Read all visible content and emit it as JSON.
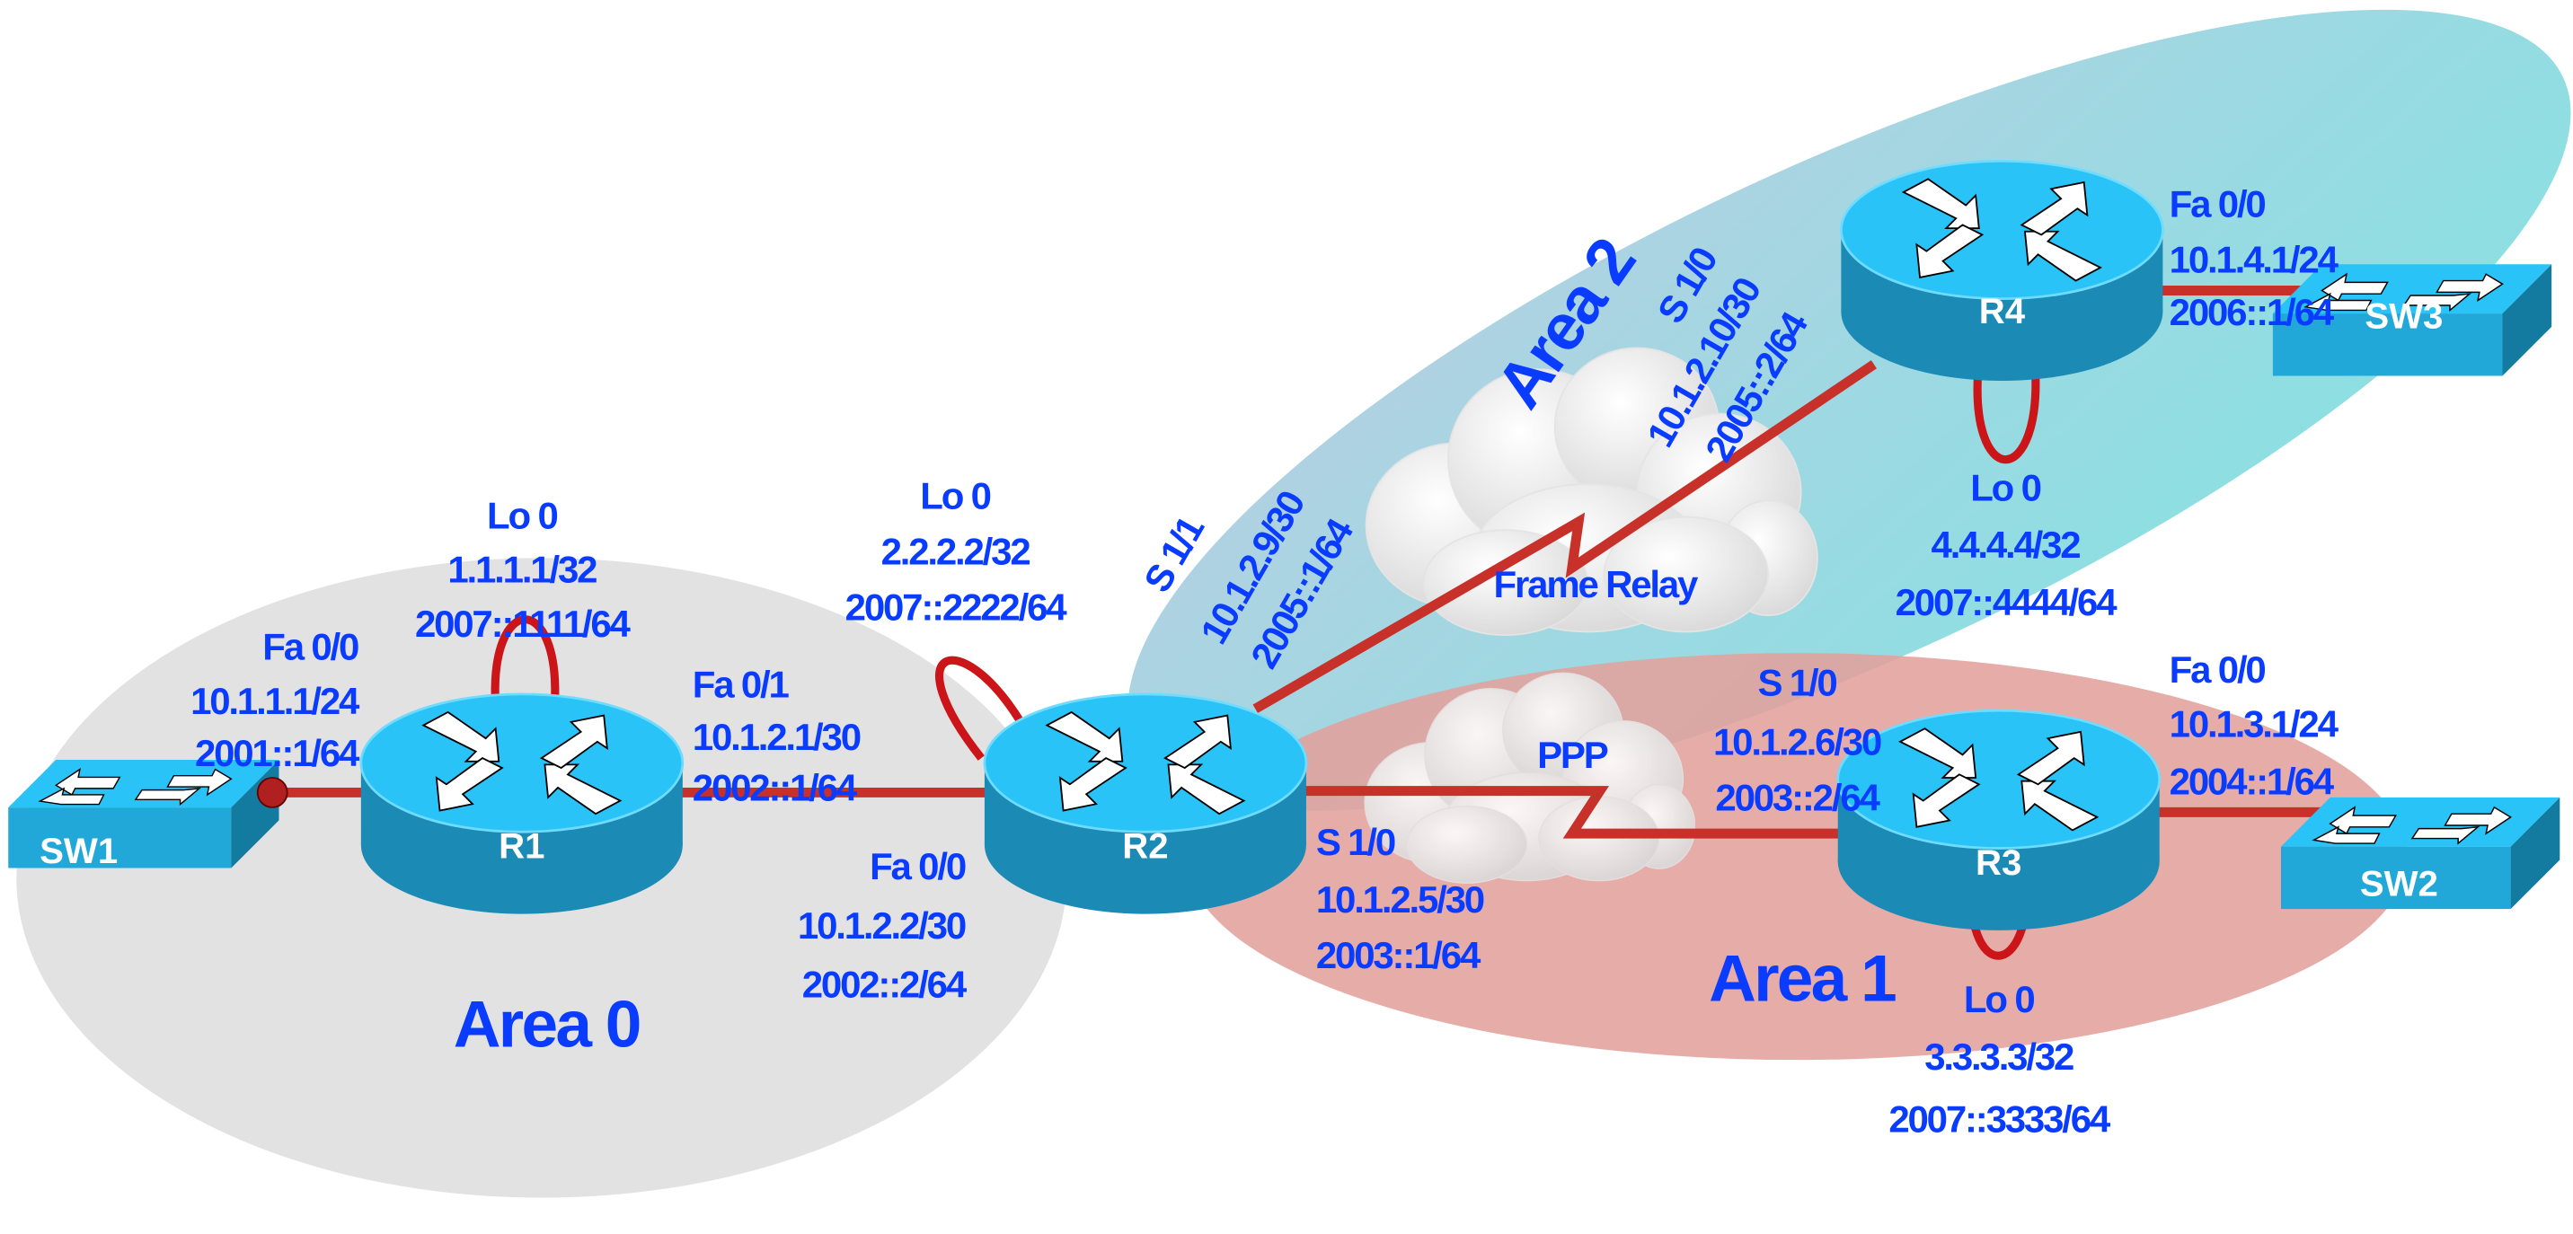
{
  "areas": {
    "area0": "Area 0",
    "area1": "Area 1",
    "area2": "Area 2"
  },
  "clouds": {
    "frame_relay": "Frame Relay",
    "ppp": "PPP"
  },
  "devices": {
    "sw1": "SW1",
    "sw2": "SW2",
    "sw3": "SW3",
    "r1": "R1",
    "r2": "R2",
    "r3": "R3",
    "r4": "R4"
  },
  "r1": {
    "lo0": {
      "name": "Lo 0",
      "ipv4": "1.1.1.1/32",
      "ipv6": "2007::1111/64"
    },
    "fa00": {
      "name": "Fa 0/0",
      "ipv4": "10.1.1.1/24",
      "ipv6": "2001::1/64"
    },
    "fa01": {
      "name": "Fa 0/1",
      "ipv4": "10.1.2.1/30",
      "ipv6": "2002::1/64"
    }
  },
  "r2": {
    "lo0": {
      "name": "Lo 0",
      "ipv4": "2.2.2.2/32",
      "ipv6": "2007::2222/64"
    },
    "fa00": {
      "name": "Fa 0/0",
      "ipv4": "10.1.2.2/30",
      "ipv6": "2002::2/64"
    },
    "s11": {
      "name": "S 1/1",
      "ipv4": "10.1.2.9/30",
      "ipv6": "2005::1/64"
    },
    "s10": {
      "name": "S 1/0",
      "ipv4": "10.1.2.5/30",
      "ipv6": "2003::1/64"
    }
  },
  "r3": {
    "lo0": {
      "name": "Lo 0",
      "ipv4": "3.3.3.3/32",
      "ipv6": "2007::3333/64"
    },
    "s10": {
      "name": "S 1/0",
      "ipv4": "10.1.2.6/30",
      "ipv6": "2003::2/64"
    },
    "fa00": {
      "name": "Fa 0/0",
      "ipv4": "10.1.3.1/24",
      "ipv6": "2004::1/64"
    }
  },
  "r4": {
    "lo0": {
      "name": "Lo 0",
      "ipv4": "4.4.4.4/32",
      "ipv6": "2007::4444/64"
    },
    "s10": {
      "name": "S 1/0",
      "ipv4": "10.1.2.10/30",
      "ipv6": "2005::2/64"
    },
    "fa00": {
      "name": "Fa 0/0",
      "ipv4": "10.1.4.1/24",
      "ipv6": "2006::1/64"
    }
  },
  "colors": {
    "label": "#0a3cff",
    "link": "#c8302a",
    "router_top": "#29c3f7",
    "router_body": "#1b8ab5",
    "area0": "#e2e2e2",
    "area1": "#e3a19c",
    "area2": "#8fd8e0"
  }
}
